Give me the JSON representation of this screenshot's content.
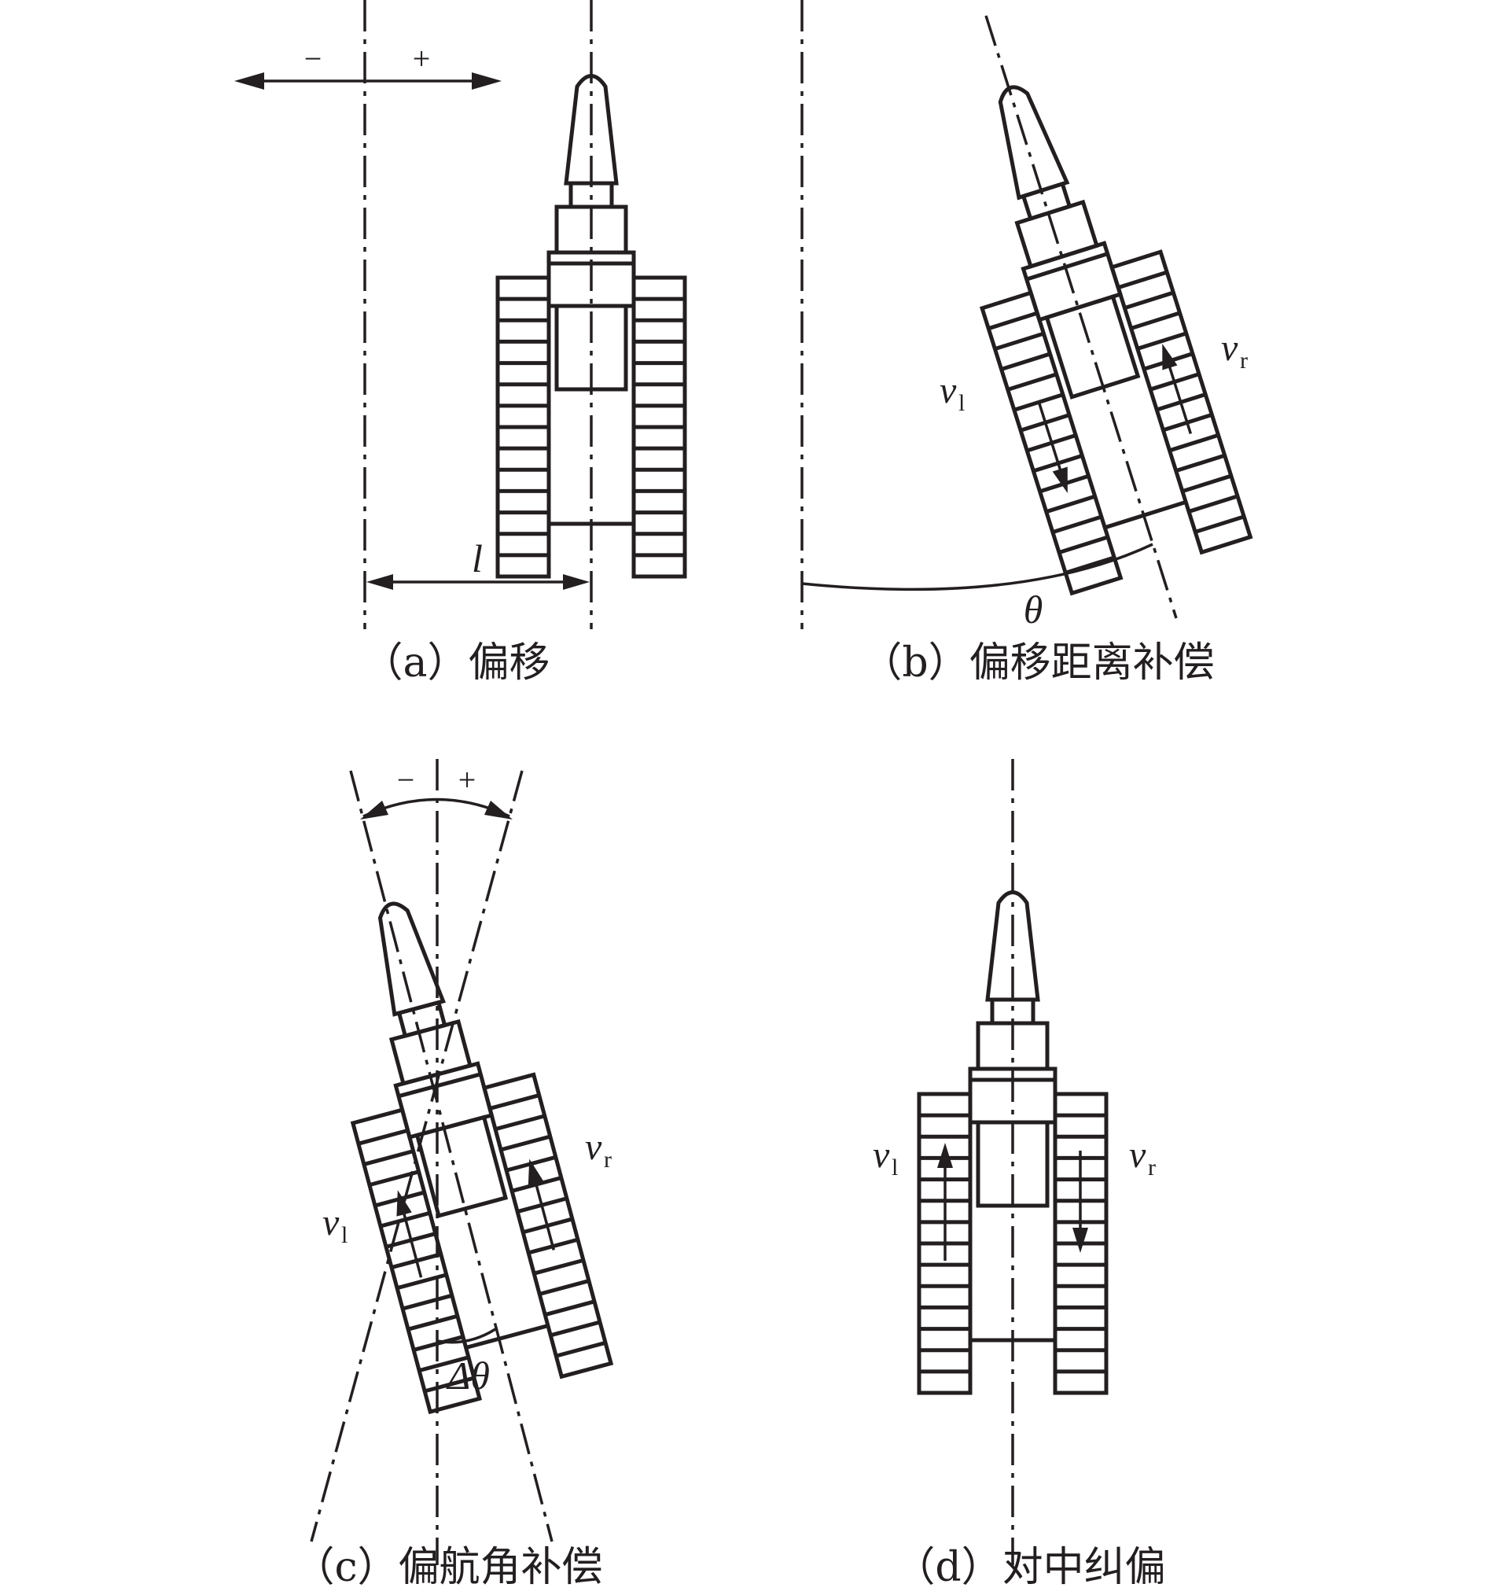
{
  "panels": {
    "a": {
      "caption": "（a）偏移",
      "minus": "−",
      "plus": "+",
      "dimension": "l"
    },
    "b": {
      "caption": "（b）偏移距离补偿",
      "angle": "θ",
      "v_left": "v",
      "v_left_sub": "l",
      "v_right": "v",
      "v_right_sub": "r"
    },
    "c": {
      "caption": "（c）偏航角补偿",
      "minus": "−",
      "plus": "+",
      "angle": "Δθ",
      "v_left": "v",
      "v_left_sub": "l",
      "v_right": "v",
      "v_right_sub": "r"
    },
    "d": {
      "caption": "（d）对中纠偏",
      "v_left": "v",
      "v_left_sub": "l",
      "v_right": "v",
      "v_right_sub": "r"
    }
  }
}
